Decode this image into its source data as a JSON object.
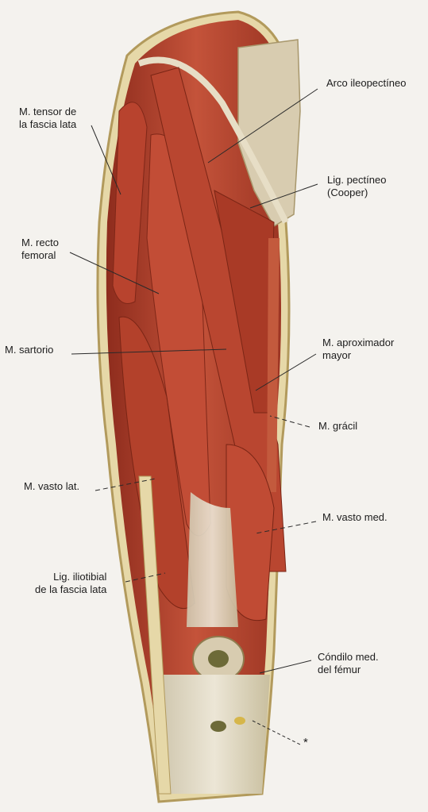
{
  "labels": {
    "arco_ileopectineo": [
      "Arco ileopectíneo"
    ],
    "tensor_fascia_lata": [
      "M. tensor de",
      "la fascia lata"
    ],
    "lig_pectineo": [
      "Lig. pectíneo",
      "(Cooper)"
    ],
    "recto_femoral": [
      "M. recto",
      "femoral"
    ],
    "sartorio": [
      "M. sartorio"
    ],
    "aproximador_mayor": [
      "M. aproximador",
      "mayor"
    ],
    "gracil": [
      "M. grácil"
    ],
    "vasto_lateral": [
      "M. vasto lat."
    ],
    "vasto_medial": [
      "M. vasto med."
    ],
    "lig_iliotibial": [
      "Lig. iliotibial",
      "de la fascia lata"
    ],
    "condilo_medial": [
      "Cóndilo med.",
      "del fémur"
    ],
    "asterisk": "*"
  },
  "colors": {
    "background": "#f4f2ee",
    "muscle": "#b8432e",
    "muscle_dark": "#8e2c1d",
    "tendon": "#d9d2bf",
    "fascia": "#e6d8a8",
    "bone": "#d8ccb0",
    "leader_line": "#2a2a2a"
  }
}
